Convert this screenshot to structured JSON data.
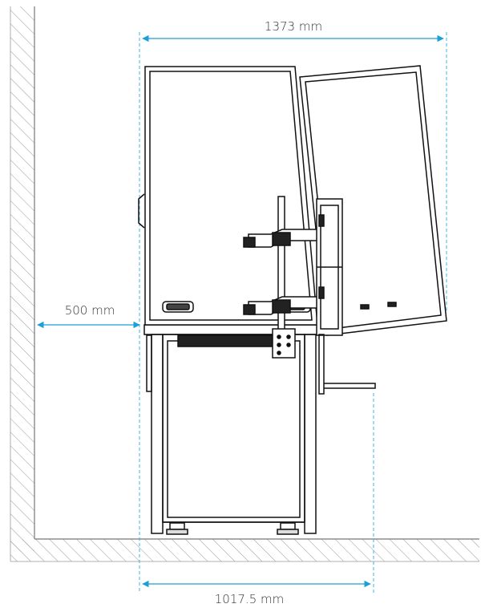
{
  "dimensions": {
    "overall_width": "1373 mm",
    "wall_clearance": "500 mm",
    "base_depth": "1017.5 mm"
  },
  "colors": {
    "dimension_line": "#1a9fd8",
    "guide_dashed": "#3ab4e3",
    "outline": "#111111",
    "hatch": "#888888"
  }
}
